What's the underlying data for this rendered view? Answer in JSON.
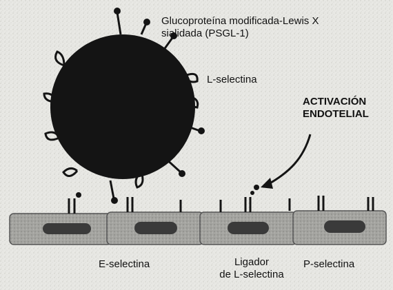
{
  "labels": {
    "glycoprotein_line1": "Glucoproteína modificada-Lewis X",
    "glycoprotein_line2": "sialidada (PSGL-1)",
    "l_selectin": "L-selectina",
    "activation_line1": "ACTIVACIÓN",
    "activation_line2": "ENDOTELIAL",
    "e_selectin": "E-selectina",
    "ligand_line1": "Ligador",
    "ligand_line2": "de L-selectina",
    "p_selectin": "P-selectina"
  },
  "colors": {
    "background": "#e8e8e4",
    "leukocyte": "#141414",
    "endothelium": "#9a9a96",
    "nucleus": "#3a3a3a",
    "text": "#111111"
  }
}
